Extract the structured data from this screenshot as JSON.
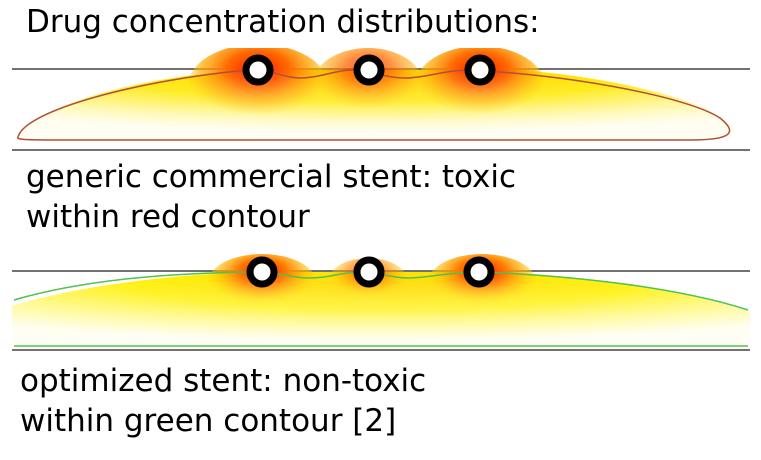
{
  "heading": "Drug concentration distributions:",
  "panels": [
    {
      "caption_line1": "generic commercial stent: toxic",
      "caption_line2": "within red contour",
      "contour_color": "#b0503a"
    },
    {
      "caption_line1": "optimized stent: non-toxic",
      "caption_line2": "within green contour [2]",
      "contour_color": "#4fc24f"
    }
  ],
  "colors": {
    "hot": "#ff1a00",
    "warm": "#ffb000",
    "mild": "#ffee00",
    "background": "#ffffff"
  }
}
